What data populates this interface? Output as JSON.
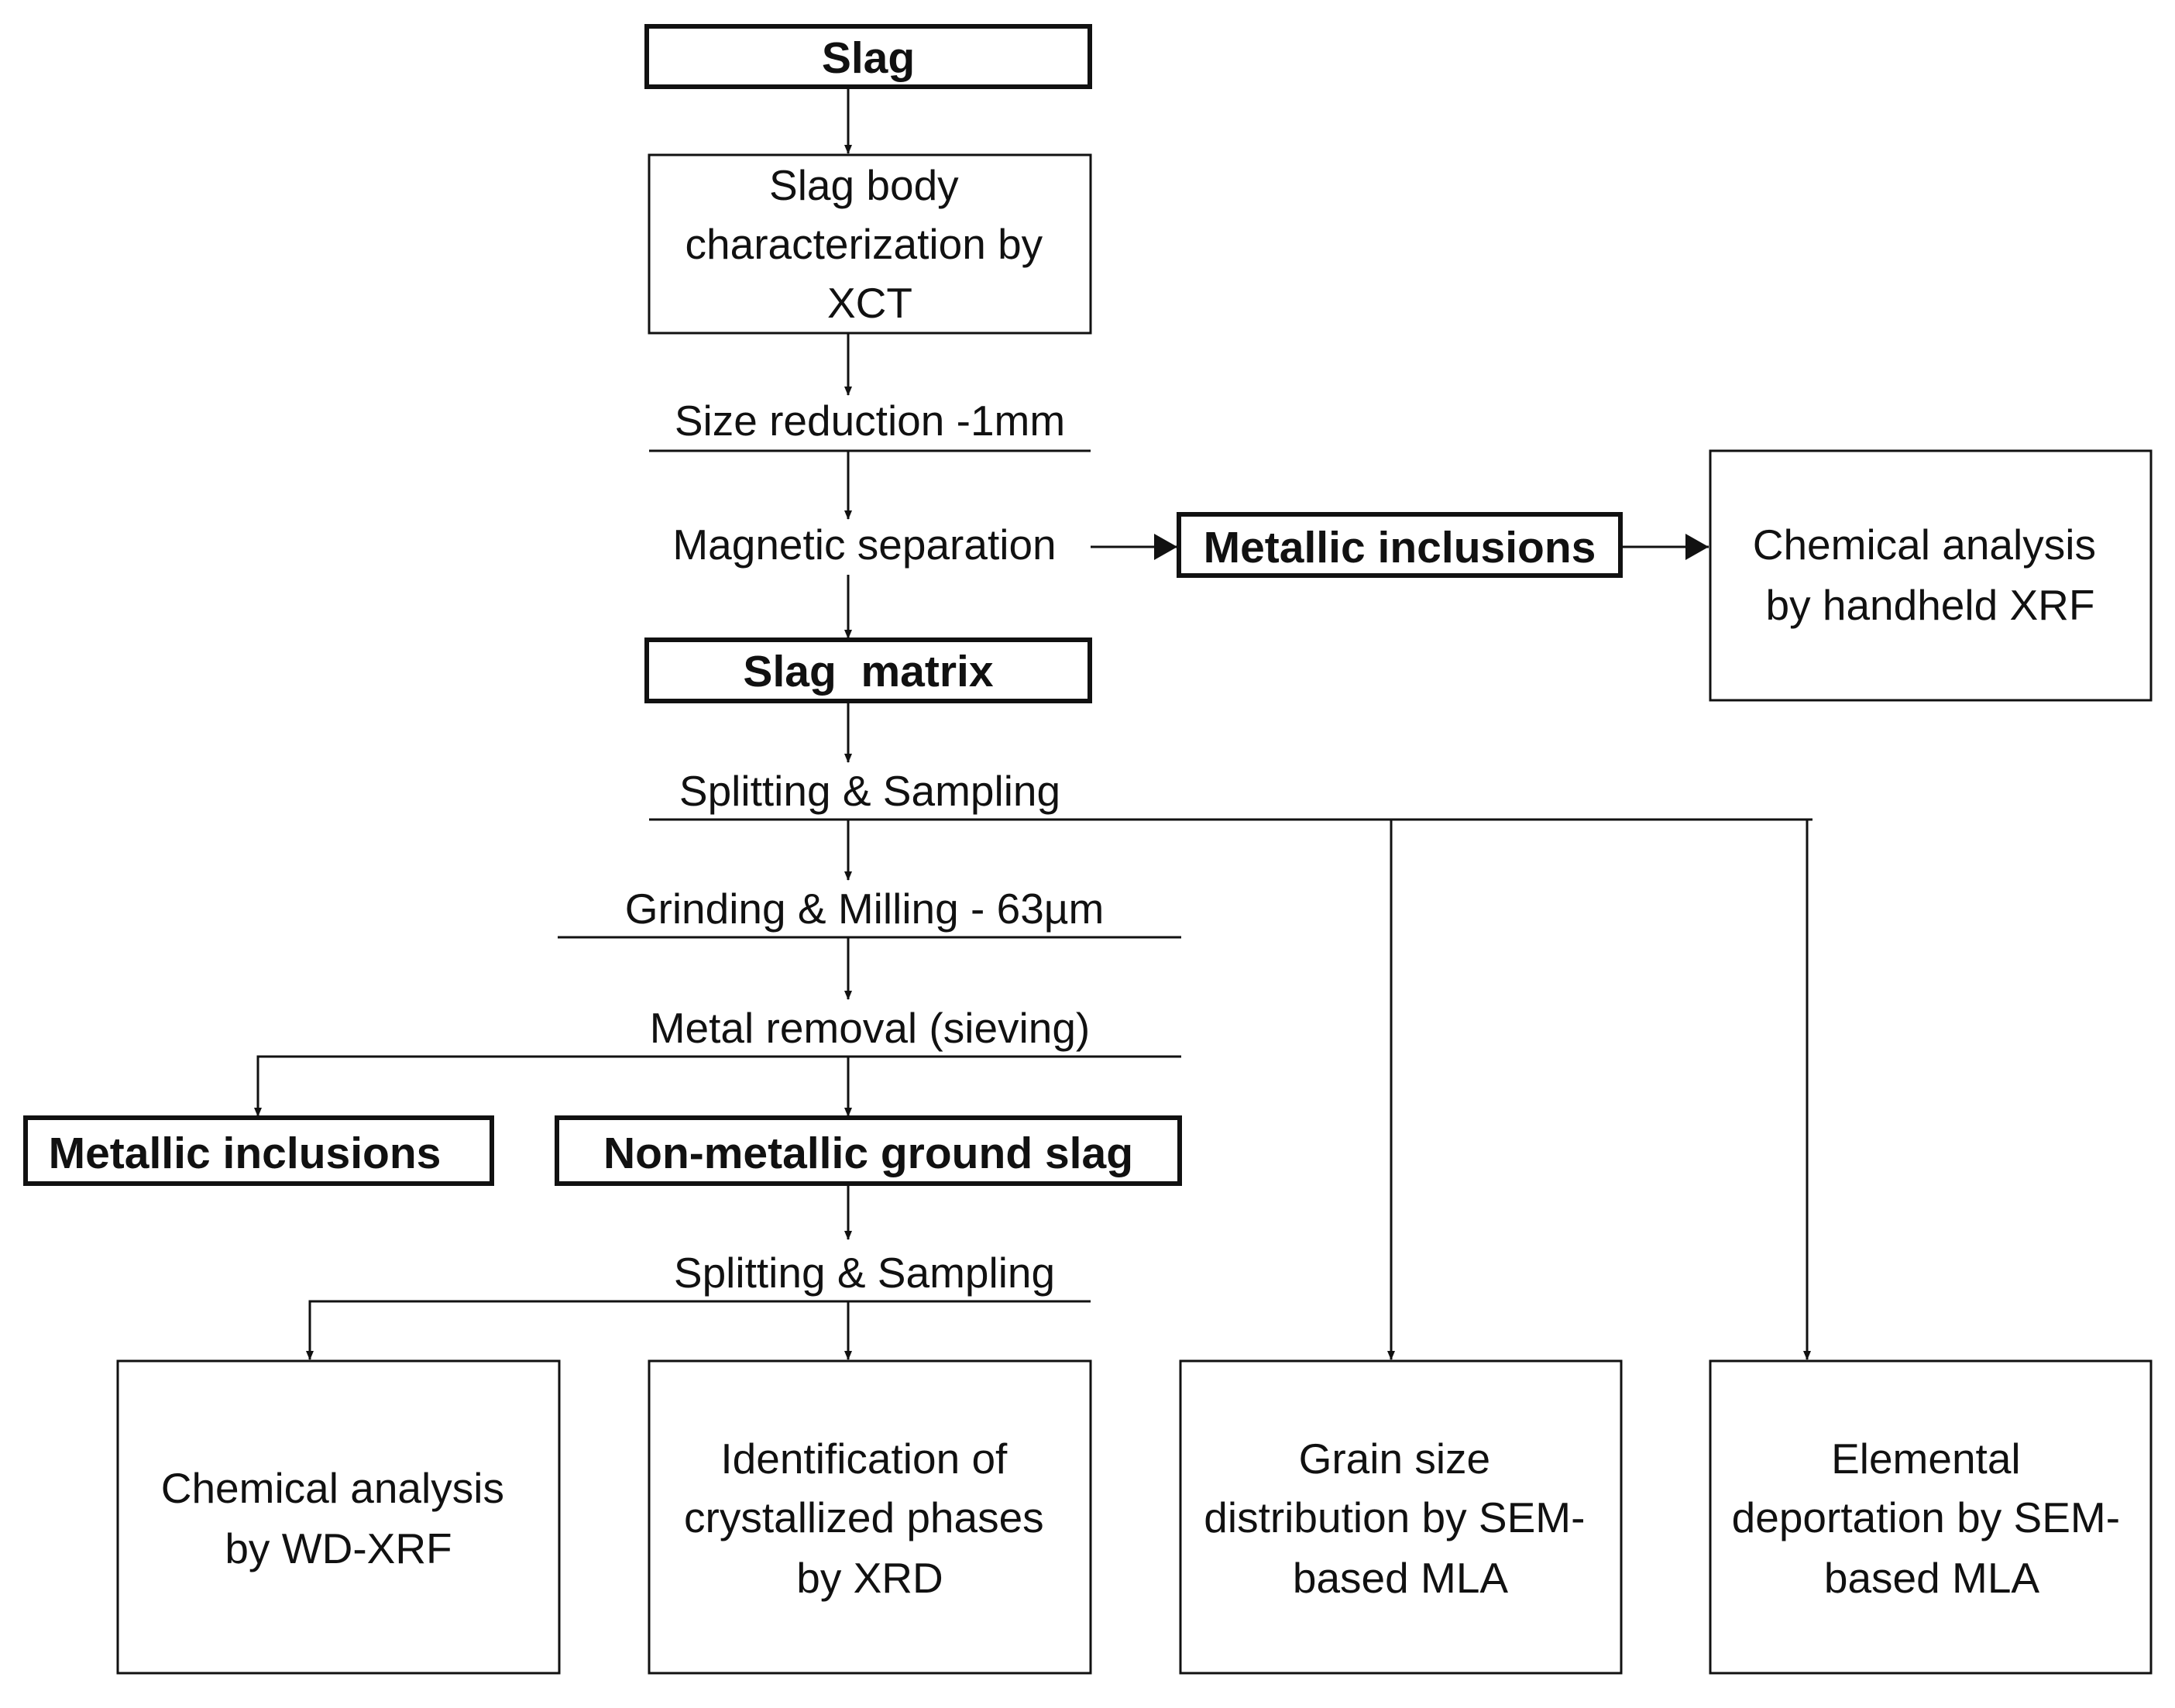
{
  "colors": {
    "line": "#111111",
    "background": "#ffffff"
  },
  "nodes": {
    "slag": "Slag",
    "xct": [
      "Slag body",
      "characterization by",
      "XCT"
    ],
    "size_reduction": "Size reduction -1mm",
    "magnetic_separation": "Magnetic separation",
    "metallic_inclusions_top": "Metallic inclusions",
    "handheld_xrf": [
      "Chemical analysis",
      "by handheld XRF"
    ],
    "slag_matrix": "Slag  matrix",
    "splitting_sampling_1": "Splitting & Sampling",
    "grinding_milling": "Grinding & Milling - 63µm",
    "metal_removal": "Metal removal (sieving)",
    "metallic_inclusions_left": "Metallic inclusions",
    "non_metallic": "Non-metallic ground slag",
    "splitting_sampling_2": "Splitting & Sampling",
    "wd_xrf": [
      "Chemical analysis",
      "by WD-XRF"
    ],
    "xrd": [
      "Identification of",
      "crystallized phases",
      "by XRD"
    ],
    "grain_size": [
      "Grain size",
      "distribution by SEM-",
      "based MLA"
    ],
    "elemental": [
      "Elemental",
      "deportation by SEM-",
      "based MLA"
    ]
  }
}
